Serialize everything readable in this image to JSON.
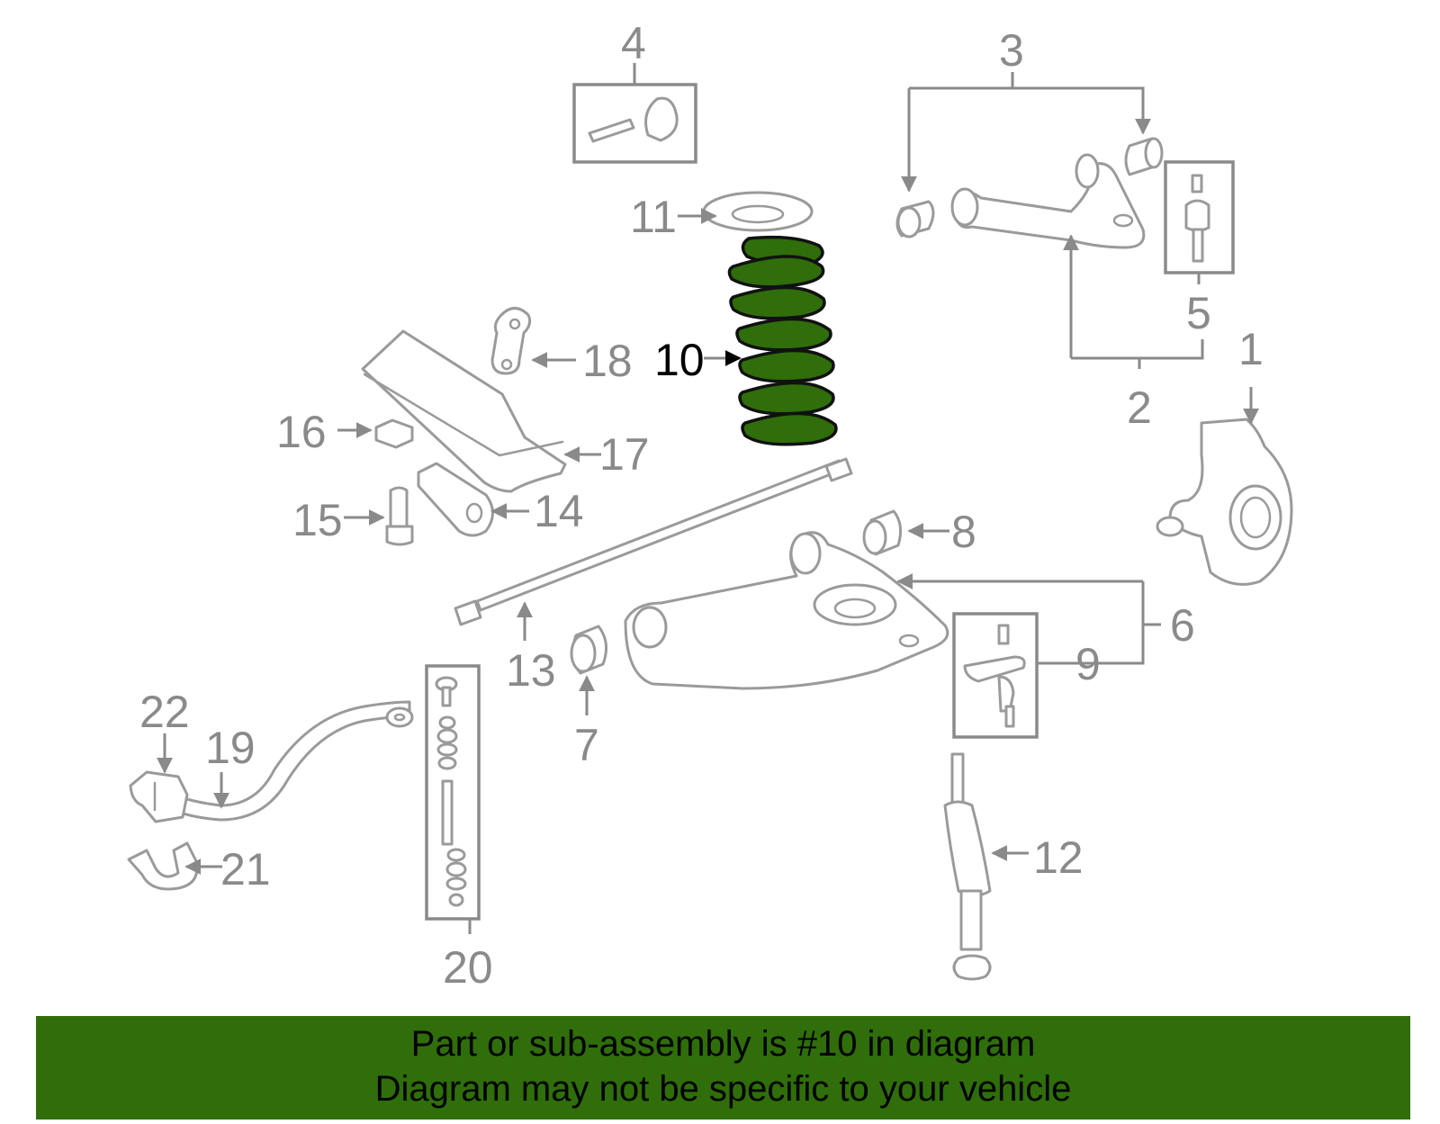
{
  "diagram": {
    "highlight_color": "#2f6e0a",
    "labels": {
      "l1": "1",
      "l2": "2",
      "l3": "3",
      "l4": "4",
      "l5": "5",
      "l6": "6",
      "l7": "7",
      "l8": "8",
      "l9": "9",
      "l10": "10",
      "l11": "11",
      "l12": "12",
      "l13": "13",
      "l14": "14",
      "l15": "15",
      "l16": "16",
      "l17": "17",
      "l18": "18",
      "l19": "19",
      "l20": "20",
      "l21": "21",
      "l22": "22"
    },
    "highlighted_part": "10"
  },
  "caption": {
    "line1": "Part or sub-assembly is #10 in diagram",
    "line2": "Diagram may not be specific to your vehicle"
  }
}
